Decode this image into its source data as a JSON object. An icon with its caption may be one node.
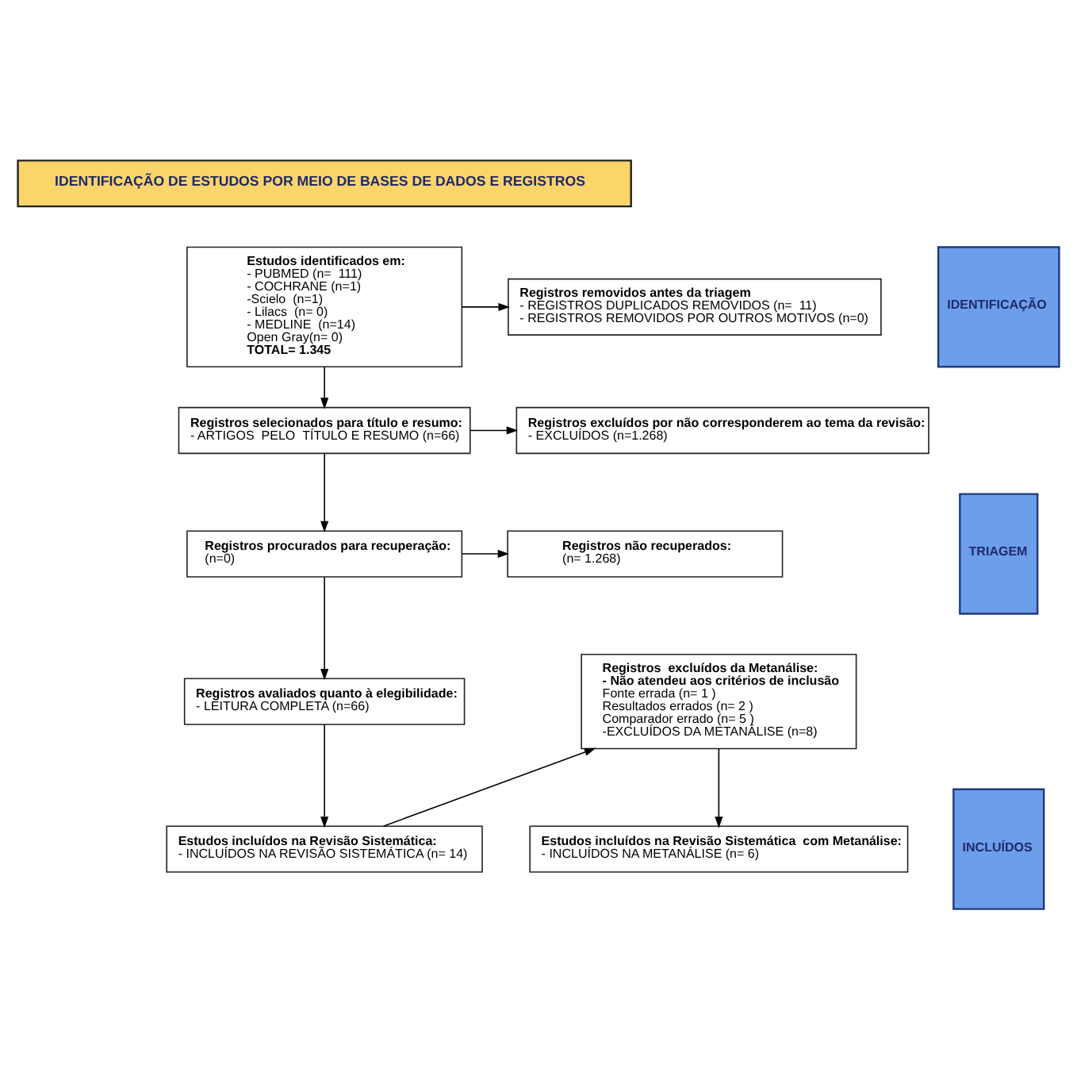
{
  "diagram": {
    "nodes": [
      {
        "text": [
          "IDENTIFICAÇÃO DE ESTUDOS POR MEIO DE BASES DE DADOS E REGISTROS"
        ]
      },
      {
        "text": [
          "IDENTIFICAÇÃO"
        ]
      },
      {
        "text": [
          "TRIAGEM"
        ]
      },
      {
        "text": [
          "INCLUÍDOS"
        ]
      },
      {
        "text": [
          "Estudos identificados em:",
          "- PUBMED (n=  111)",
          "- COCHRANE (n=1)",
          "-Scielo  (n=1)",
          "- Lilacs  (n= 0)",
          "- MEDLINE  (n=14)",
          "Open Gray(n= 0)",
          "TOTAL= 1.345"
        ]
      },
      {
        "text": [
          "Registros removidos antes da triagem",
          "- REGISTROS DUPLICADOS REMOVIDOS (n=  11)",
          "- REGISTROS REMOVIDOS POR OUTROS MOTIVOS (n=0)"
        ]
      },
      {
        "text": [
          "Registros selecionados para título e resumo:",
          "- ARTIGOS  PELO  TÍTULO E RESUMO (n=66)"
        ]
      },
      {
        "text": [
          "Registros excluídos por não corresponderem ao tema da revisão:",
          "- EXCLUÍDOS (n=1.268)"
        ]
      },
      {
        "text": [
          "Registros procurados para recuperação:",
          "(n=0)"
        ]
      },
      {
        "text": [
          "Registros não recuperados:",
          "(n= 1.268)"
        ]
      },
      {
        "text": [
          "Registros avaliados quanto à elegibilidade:",
          "- LEITURA COMPLETA (n=66)"
        ]
      },
      {
        "text": [
          "Registros  excluídos da Metanálise:",
          "- Não atendeu aos critérios de inclusão",
          "Fonte errada (n= 1 )",
          "Resultados errados (n= 2 )",
          "Comparador errado (n= 5 )",
          "-EXCLUÍDOS DA METANÁLISE (n=8)"
        ]
      },
      {
        "text": [
          "Estudos incluídos na Revisão Sistemática:",
          "- INCLUÍDOS NA REVISÃO SISTEMÁTICA (n= 14)"
        ]
      },
      {
        "text": [
          "Estudos incluídos na Revisão Sistemática  com Metanálise:",
          "- INCLUÍDOS NA METANÁLISE (n= 6)"
        ]
      }
    ],
    "edges": [
      {
        "from": 4,
        "to": 5,
        "arrow": "to"
      },
      {
        "from": 4,
        "to": 6,
        "arrow": "to"
      },
      {
        "from": 6,
        "to": 7,
        "arrow": "to"
      },
      {
        "from": 6,
        "to": 8,
        "arrow": "to"
      },
      {
        "from": 8,
        "to": 9,
        "arrow": "to"
      },
      {
        "from": 8,
        "to": 10,
        "arrow": "to"
      },
      {
        "from": 10,
        "to": 12,
        "arrow": "to"
      },
      {
        "from": 12,
        "to": 11,
        "arrow": "to"
      },
      {
        "from": 11,
        "to": 13,
        "arrow": "to"
      }
    ]
  }
}
